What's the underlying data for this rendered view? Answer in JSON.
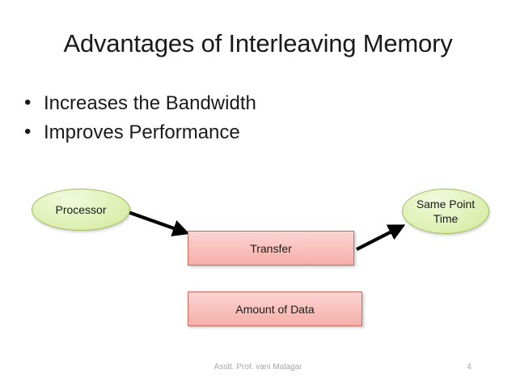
{
  "slide": {
    "title": "Advantages of Interleaving Memory",
    "bullet_char": "•",
    "bullets": [
      {
        "text": "Increases the Bandwidth"
      },
      {
        "text": "Improves Performance"
      }
    ],
    "diagram": {
      "nodes": [
        {
          "id": "processor",
          "label": "Processor",
          "shape": "ellipse",
          "fill": "#e4f3c0",
          "border": "#9fbb59"
        },
        {
          "id": "same-point-time",
          "label": "Same Point Time",
          "shape": "ellipse",
          "fill": "#e4f3c0",
          "border": "#9fbb59"
        },
        {
          "id": "transfer",
          "label": "Transfer",
          "shape": "rectangle",
          "fill": "#fac6c2",
          "border": "#c9685f"
        },
        {
          "id": "amount-of-data",
          "label": "Amount of Data",
          "shape": "rectangle",
          "fill": "#fac6c2",
          "border": "#c9685f"
        }
      ],
      "connectors": [
        {
          "id": "processor-to-transfer",
          "from": "processor",
          "to": "transfer",
          "style": "arrow",
          "color": "#000000"
        },
        {
          "id": "transfer-to-same-point-time",
          "from": "transfer",
          "to": "same-point-time",
          "style": "arrow",
          "color": "#000000"
        }
      ]
    },
    "footer": {
      "author": "Asstt. Prof. vani Malagar",
      "page_number": "4"
    }
  }
}
